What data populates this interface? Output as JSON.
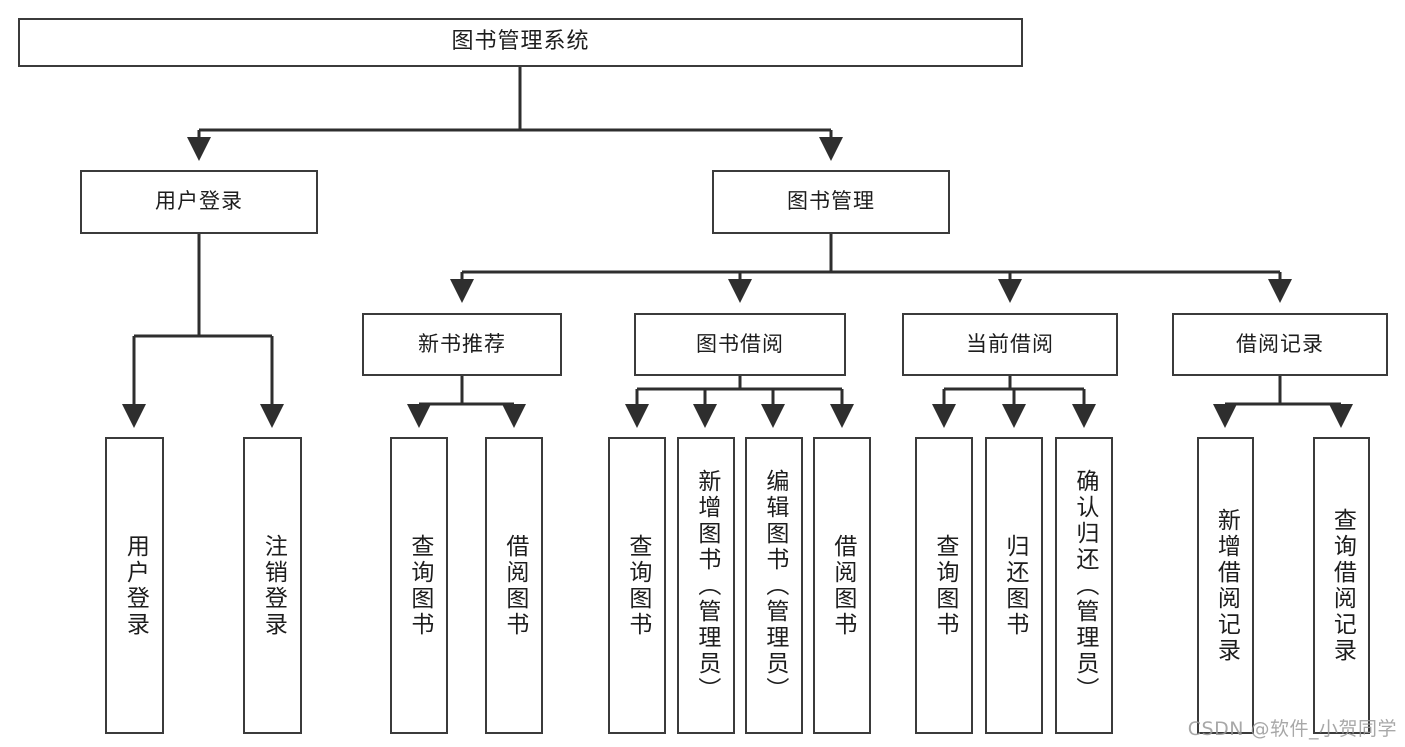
{
  "diagram": {
    "title": "图书管理系统",
    "type": "hierarchy-tree",
    "watermark": "CSDN @软件_小贺同学",
    "colors": {
      "background": "#ffffff",
      "box_border": "#3b3b3b",
      "connector": "#2e2e2e",
      "text": "#1d1d1d",
      "watermark": "#9a9a9a"
    }
  },
  "nodes": {
    "root": {
      "label": "图书管理系统"
    },
    "level2": [
      {
        "label": "用户登录"
      },
      {
        "label": "图书管理"
      }
    ],
    "level3": [
      {
        "label": "新书推荐"
      },
      {
        "label": "图书借阅"
      },
      {
        "label": "当前借阅"
      },
      {
        "label": "借阅记录"
      }
    ],
    "leaves": {
      "user_login": [
        {
          "label": "用户登录"
        },
        {
          "label": "注销登录"
        }
      ],
      "new_book_recommend": [
        {
          "label": "查询图书"
        },
        {
          "label": "借阅图书"
        }
      ],
      "book_borrow": [
        {
          "label": "查询图书"
        },
        {
          "label": "新增图书（管理员）"
        },
        {
          "label": "编辑图书（管理员）"
        },
        {
          "label": "借阅图书"
        }
      ],
      "current_borrow": [
        {
          "label": "查询图书"
        },
        {
          "label": "归还图书"
        },
        {
          "label": "确认归还（管理员）"
        }
      ],
      "borrow_record": [
        {
          "label": "新增借阅记录"
        },
        {
          "label": "查询借阅记录"
        }
      ]
    }
  }
}
